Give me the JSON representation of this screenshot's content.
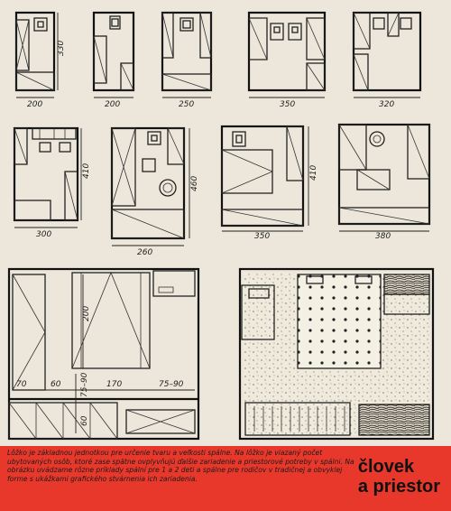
{
  "dimensions": {
    "row1_height": "330",
    "row1_widths": [
      "200",
      "200",
      "250",
      "350",
      "320"
    ],
    "row2_heights": [
      "410",
      "460",
      "410"
    ],
    "row2_widths": [
      "300",
      "260",
      "350",
      "380"
    ],
    "detail": {
      "bed_length": "200",
      "widths": [
        "70",
        "60",
        "170",
        "75–90"
      ],
      "heights": [
        "75–90",
        "60"
      ]
    }
  },
  "caption": "Lôžko je základnou jednotkou pre určenie tvaru a veľkosti spálne. Na lôžko je viazaný počet ubytovaných osôb, ktoré zase spätne ovplyvňujú ďalšie zariadenie a priestorové potreby v spálni. Na obrázku uvádzame rôzne príklady spální pre 1 a 2 deti a spálne pre rodičov v tradičnej a obvyklej forme s ukážkami grafického stvárnenia ich zariadenia.",
  "title": {
    "line1": "človek",
    "line2": "a priestor"
  },
  "colors": {
    "banner": "#e8382b",
    "paper": "#ece7da",
    "ink": "#222222"
  }
}
